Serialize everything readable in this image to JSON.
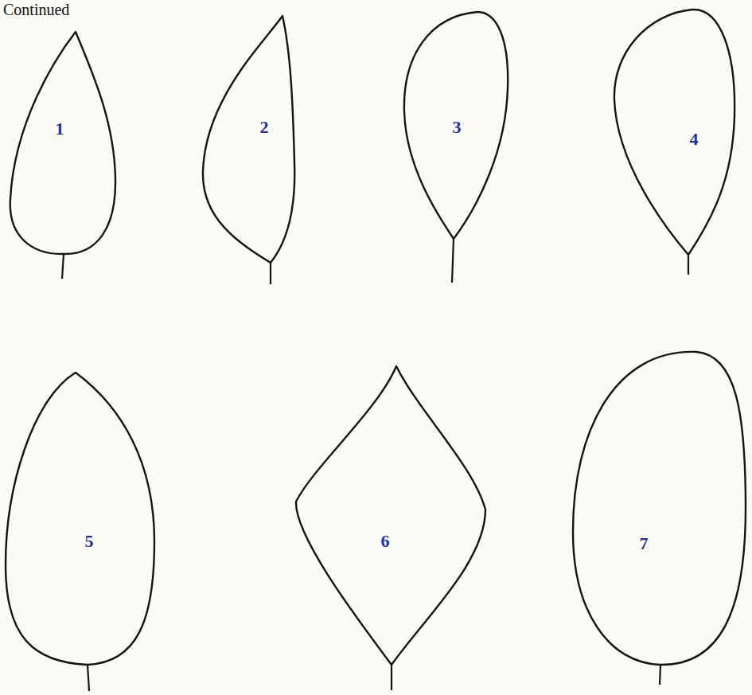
{
  "diagram": {
    "nodes": [
      {
        "text": [
          "1"
        ]
      },
      {
        "text": [
          "2"
        ]
      },
      {
        "text": [
          "3"
        ]
      },
      {
        "text": [
          "4"
        ]
      },
      {
        "text": [
          "5"
        ]
      },
      {
        "text": [
          "6"
        ]
      },
      {
        "text": [
          "7"
        ]
      }
    ],
    "edges": [],
    "labels": [
      "Continued"
    ]
  }
}
